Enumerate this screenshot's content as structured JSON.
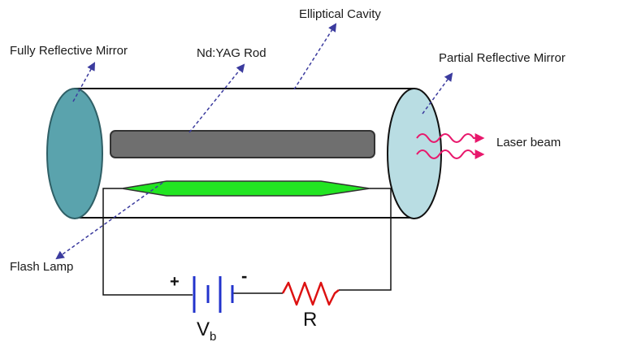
{
  "labels": {
    "fully_reflective_mirror": "Fully Reflective Mirror",
    "nd_yag_rod": "Nd:YAG Rod",
    "elliptical_cavity": "Elliptical Cavity",
    "partial_reflective_mirror": "Partial Reflective Mirror",
    "laser_beam": "Laser beam",
    "flash_lamp": "Flash Lamp"
  },
  "circuit": {
    "battery_plus": "+",
    "battery_minus": "-",
    "battery_symbol": "V",
    "battery_subscript": "b",
    "resistor_label": "R"
  },
  "colors": {
    "cavity_outline": "#111111",
    "left_mirror": "#5aa3ad",
    "right_mirror": "#b9dde3",
    "rod_fill": "#6f6f6f",
    "flash_lamp": "#22e522",
    "arrow": "#3b3b9e",
    "battery": "#2233cc",
    "resistor": "#dd1111",
    "laser_beam": "#e8186c"
  }
}
